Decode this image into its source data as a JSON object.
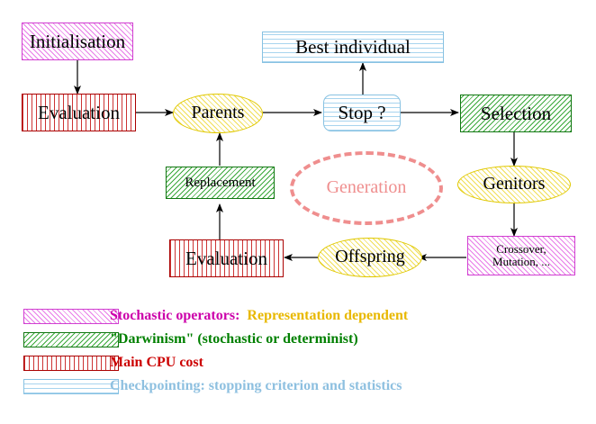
{
  "diagram": {
    "title": "Evolutionary Algorithm Cycle",
    "nodes": {
      "initialisation": {
        "label": "Initialisation",
        "style": "stochastic-operator",
        "shape": "rect"
      },
      "evaluation_top": {
        "label": "Evaluation",
        "style": "main-cpu-cost",
        "shape": "rect"
      },
      "parents": {
        "label": "Parents",
        "style": "representation-dependent",
        "shape": "ellipse"
      },
      "best_individual": {
        "label": "Best individual",
        "style": "checkpointing",
        "shape": "rect"
      },
      "stop": {
        "label": "Stop ?",
        "style": "checkpointing",
        "shape": "rounded-rect"
      },
      "selection": {
        "label": "Selection",
        "style": "darwinism",
        "shape": "rect"
      },
      "genitors": {
        "label": "Genitors",
        "style": "representation-dependent",
        "shape": "ellipse"
      },
      "crossover_mutation": {
        "label": "Crossover,\nMutation, ...",
        "style": "stochastic-operator",
        "shape": "rect"
      },
      "offspring": {
        "label": "Offspring",
        "style": "representation-dependent",
        "shape": "ellipse"
      },
      "evaluation_bottom": {
        "label": "Evaluation",
        "style": "main-cpu-cost",
        "shape": "rect"
      },
      "replacement": {
        "label": "Replacement",
        "style": "darwinism",
        "shape": "rect"
      },
      "generation": {
        "label": "Generation",
        "style": "generation-loop",
        "shape": "dashed-ellipse"
      }
    }
  },
  "legend": {
    "rows": [
      {
        "swatch": "magenta-diagonal-hatch",
        "text1": "Stochastic operators:",
        "text1_color": "#cc00aa",
        "text2": "  Representation dependent",
        "text2_color": "#e8b800"
      },
      {
        "swatch": "green-diagonal-hatch",
        "text1": "\"Darwinism\" (stochastic or determinist)",
        "text1_color": "#008000",
        "text2": "",
        "text2_color": ""
      },
      {
        "swatch": "red-vertical-hatch",
        "text1": "Main CPU cost",
        "text1_color": "#cc0000",
        "text2": "",
        "text2_color": ""
      },
      {
        "swatch": "blue-horizontal-hatch",
        "text1": "Checkpointing: stopping criterion and statistics",
        "text1_color": "#8ec0e0",
        "text2": "",
        "text2_color": ""
      }
    ]
  },
  "colors": {
    "magenta": "#d13fd1",
    "green": "#117711",
    "red": "#aa0000",
    "light_blue": "#88c2e2",
    "yellow": "#e0c800",
    "salmon": "#ef8e8e"
  }
}
